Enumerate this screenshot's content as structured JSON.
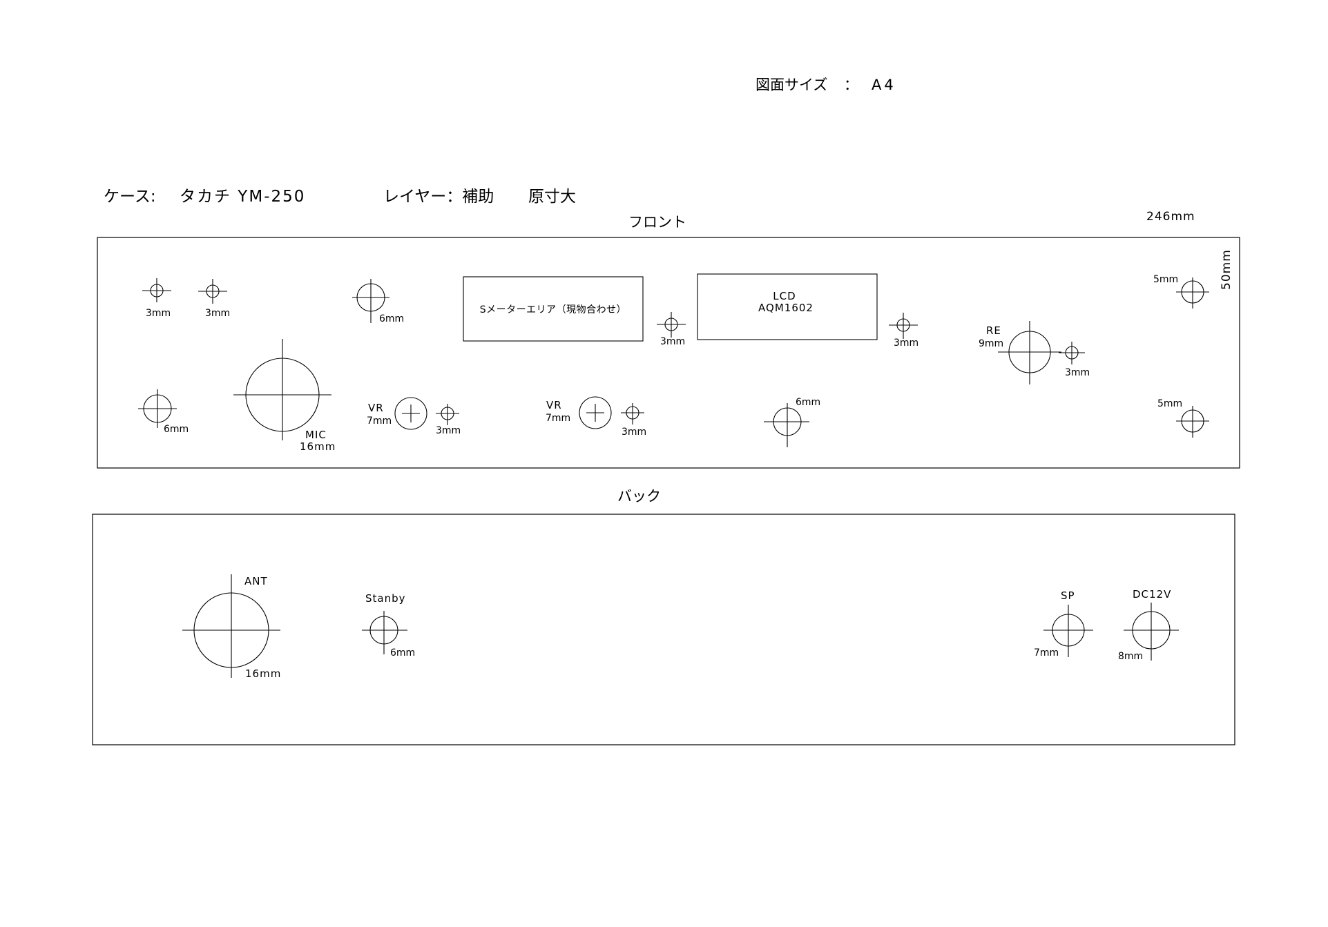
{
  "sheet": {
    "size_label": "図面サイズ",
    "colon": "：",
    "size_value": "A4"
  },
  "header": {
    "case_label": "ケース:",
    "case_value": "タカチ YM-250",
    "layer": "レイヤー：補助",
    "scale": "原寸大"
  },
  "front": {
    "title": "フロント",
    "width_label": "246mm",
    "height_label": "50mm",
    "s_meter_box": "Sメーターエリア（現物合わせ）",
    "lcd_box": {
      "line1": "LCD",
      "line2": "AQM1602"
    },
    "holes": [
      {
        "id": "front-hole-tl1",
        "label": "3mm"
      },
      {
        "id": "front-hole-tl2",
        "label": "3mm"
      },
      {
        "id": "front-hole-top6",
        "label": "6mm"
      },
      {
        "id": "front-hole-smeter-right",
        "label": "3mm"
      },
      {
        "id": "front-hole-lcd-right",
        "label": "3mm"
      },
      {
        "id": "front-hole-re",
        "name": "RE",
        "label": "9mm"
      },
      {
        "id": "front-hole-re-side",
        "label": "3mm"
      },
      {
        "id": "front-hole-right-top",
        "label": "5mm"
      },
      {
        "id": "front-hole-left-bottom",
        "label": "6mm"
      },
      {
        "id": "front-hole-mic",
        "name": "MIC",
        "label": "16mm"
      },
      {
        "id": "front-hole-vr1",
        "name": "VR",
        "label": "7mm"
      },
      {
        "id": "front-hole-vr1-side",
        "label": "3mm"
      },
      {
        "id": "front-hole-vr2",
        "name": "VR",
        "label": "7mm"
      },
      {
        "id": "front-hole-vr2-side",
        "label": "3mm"
      },
      {
        "id": "front-hole-bottom6",
        "label": "6mm"
      },
      {
        "id": "front-hole-right-bottom",
        "label": "5mm"
      }
    ]
  },
  "back": {
    "title": "バック",
    "holes": [
      {
        "id": "back-hole-ant",
        "name": "ANT",
        "label": "16mm"
      },
      {
        "id": "back-hole-stanby",
        "name": "Stanby",
        "label": "6mm"
      },
      {
        "id": "back-hole-sp",
        "name": "SP",
        "label": "7mm"
      },
      {
        "id": "back-hole-dc",
        "name": "DC12V",
        "label": "8mm"
      }
    ]
  }
}
